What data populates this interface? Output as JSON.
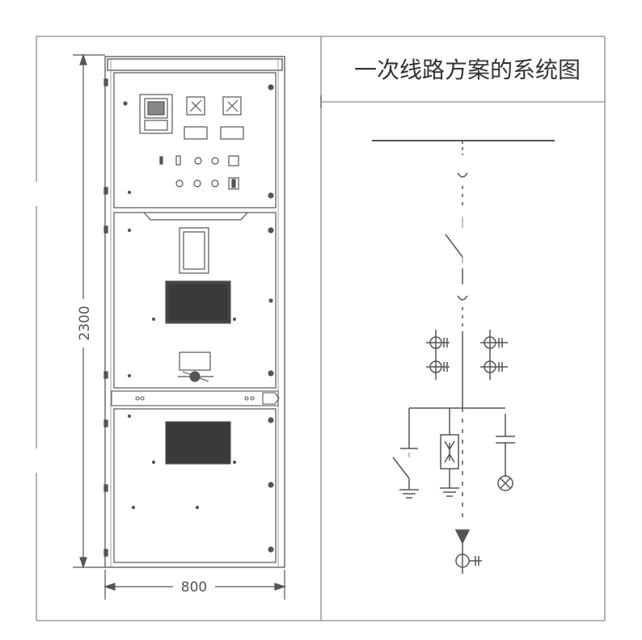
{
  "title": "一次线路方案的系统图",
  "dimensions": {
    "height": "2300",
    "width": "800"
  },
  "colors": {
    "line": "#555555",
    "frame": "#7a7a7a",
    "light": "#bdbdbd",
    "vent": "#444444"
  }
}
